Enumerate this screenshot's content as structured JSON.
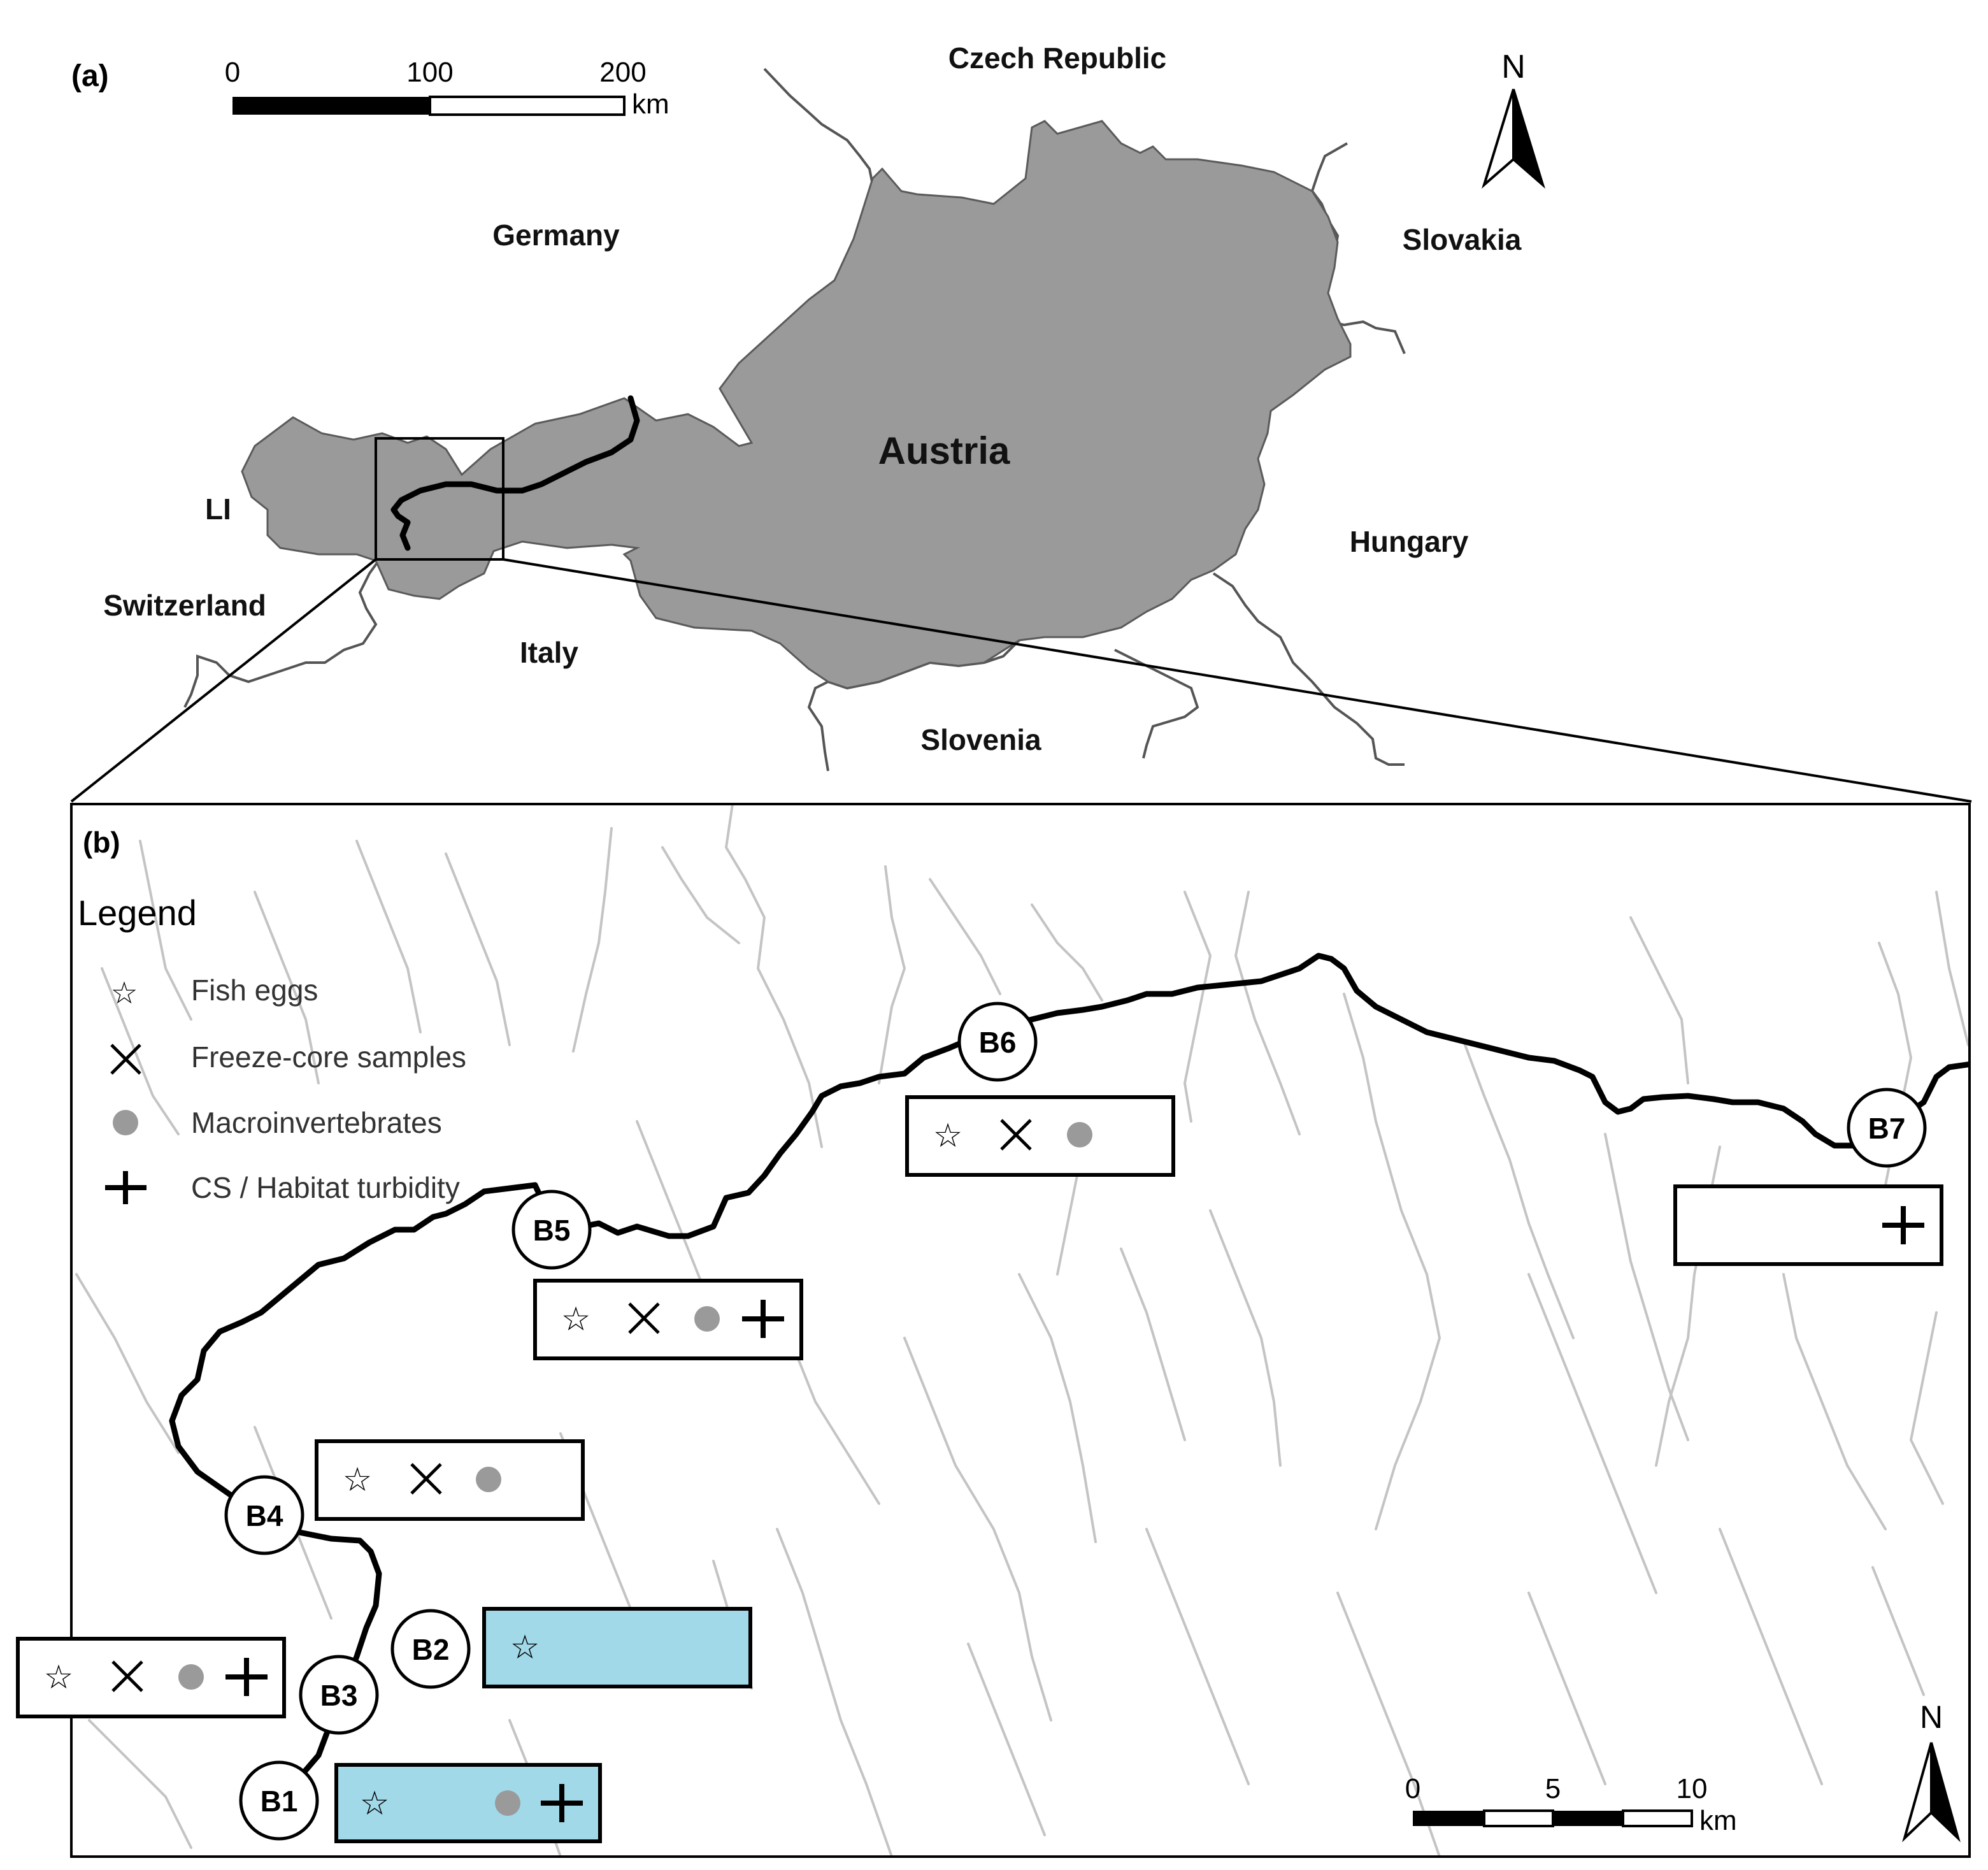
{
  "panel_a": {
    "label": "(a)",
    "scale": {
      "ticks": [
        "0",
        "100",
        "200"
      ],
      "unit": "km"
    },
    "north": "N",
    "countries": {
      "czech": "Czech Republic",
      "germany": "Germany",
      "slovakia": "Slovakia",
      "austria": "Austria",
      "li": "LI",
      "hungary": "Hungary",
      "switzerland": "Switzerland",
      "italy": "Italy",
      "slovenia": "Slovenia"
    }
  },
  "panel_b": {
    "label": "(b)",
    "legend": {
      "title": "Legend",
      "items": [
        {
          "icon": "star-icon",
          "label": "Fish eggs"
        },
        {
          "icon": "cross-x-icon",
          "label": "Freeze-core samples"
        },
        {
          "icon": "grey-dot-icon",
          "label": "Macroinvertebrates"
        },
        {
          "icon": "plus-icon",
          "label": "CS / Habitat turbidity"
        }
      ]
    },
    "sites": [
      "B1",
      "B2",
      "B3",
      "B4",
      "B5",
      "B6",
      "B7"
    ],
    "scale": {
      "ticks": [
        "0",
        "5",
        "10"
      ],
      "unit": "km"
    },
    "north": "N",
    "colors": {
      "highlight_box": "#a1d9e8",
      "dot": "#9a9a9a",
      "austria": "#9a9a9a",
      "streams": "#c4c4c4"
    }
  }
}
